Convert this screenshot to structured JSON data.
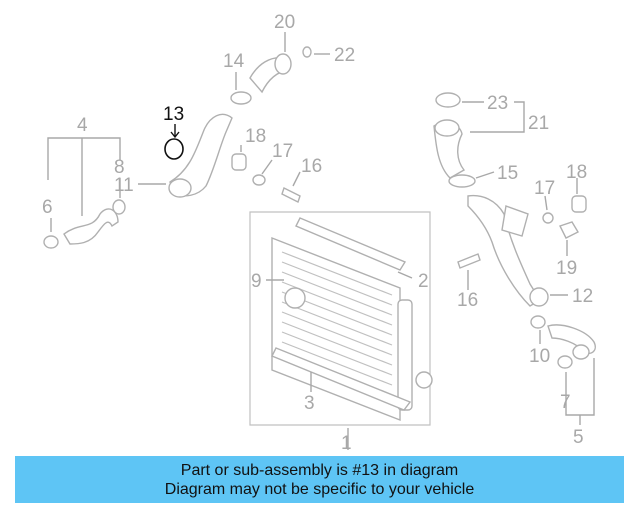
{
  "highlighted_part": "13",
  "callouts": {
    "c1": "1",
    "c2": "2",
    "c3": "3",
    "c4": "4",
    "c5": "5",
    "c6": "6",
    "c7": "7",
    "c8": "8",
    "c9": "9",
    "c10": "10",
    "c11": "11",
    "c12": "12",
    "c13": "13",
    "c14": "14",
    "c15": "15",
    "c16a": "16",
    "c16b": "16",
    "c17a": "17",
    "c17b": "17",
    "c18a": "18",
    "c18b": "18",
    "c19": "19",
    "c20": "20",
    "c21": "21",
    "c22": "22",
    "c23": "23"
  },
  "banner": {
    "line1": "Part or sub-assembly is #13 in diagram",
    "line2": "Diagram may not be specific to your vehicle",
    "color": "#5ec5f5"
  },
  "colors": {
    "highlight": "#111111",
    "muted": "#a8a8a8"
  }
}
